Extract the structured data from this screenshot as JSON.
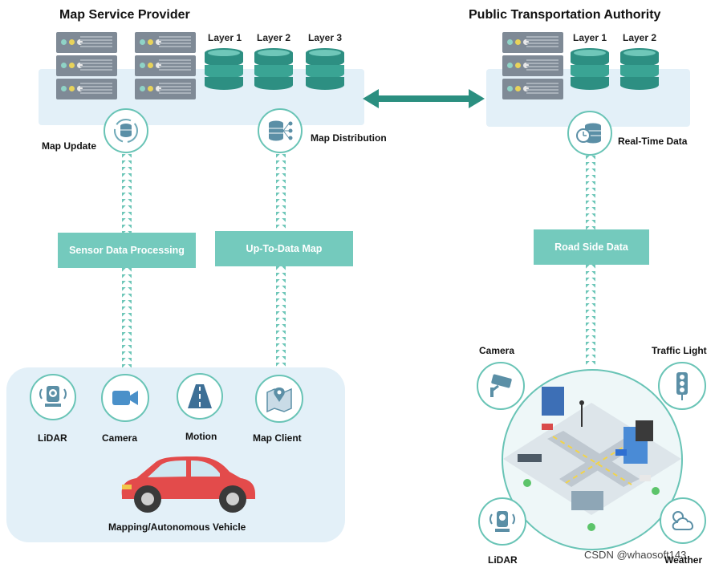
{
  "providers": {
    "map_service": {
      "title": "Map Service Provider",
      "layers": [
        "Layer 1",
        "Layer 2",
        "Layer 3"
      ]
    },
    "transport": {
      "title": "Public Transportation Authority",
      "layers": [
        "Layer 1",
        "Layer 2"
      ]
    }
  },
  "nodes": {
    "map_update": "Map Update",
    "map_distribution": "Map Distribution",
    "real_time_data": "Real-Time Data"
  },
  "boxes": {
    "sensor_data_processing": "Sensor Data Processing",
    "up_to_data_map": "Up-To-Data Map",
    "road_side_data": "Road Side Data"
  },
  "vehicle": {
    "sensors": [
      "LiDAR",
      "Camera",
      "Motion",
      "Map Client"
    ],
    "caption": "Mapping/Autonomous Vehicle"
  },
  "roadside": {
    "camera": "Camera",
    "traffic_light": "Traffic Light",
    "lidar": "LiDAR",
    "weather": "Weather"
  },
  "watermark": "CSDN @whaosoft143",
  "colors": {
    "teal": "#74cabd",
    "panel": "#e3f0f8",
    "server": "#7f8a96",
    "car": "#e34b4b",
    "arrow": "#2b8f80"
  }
}
